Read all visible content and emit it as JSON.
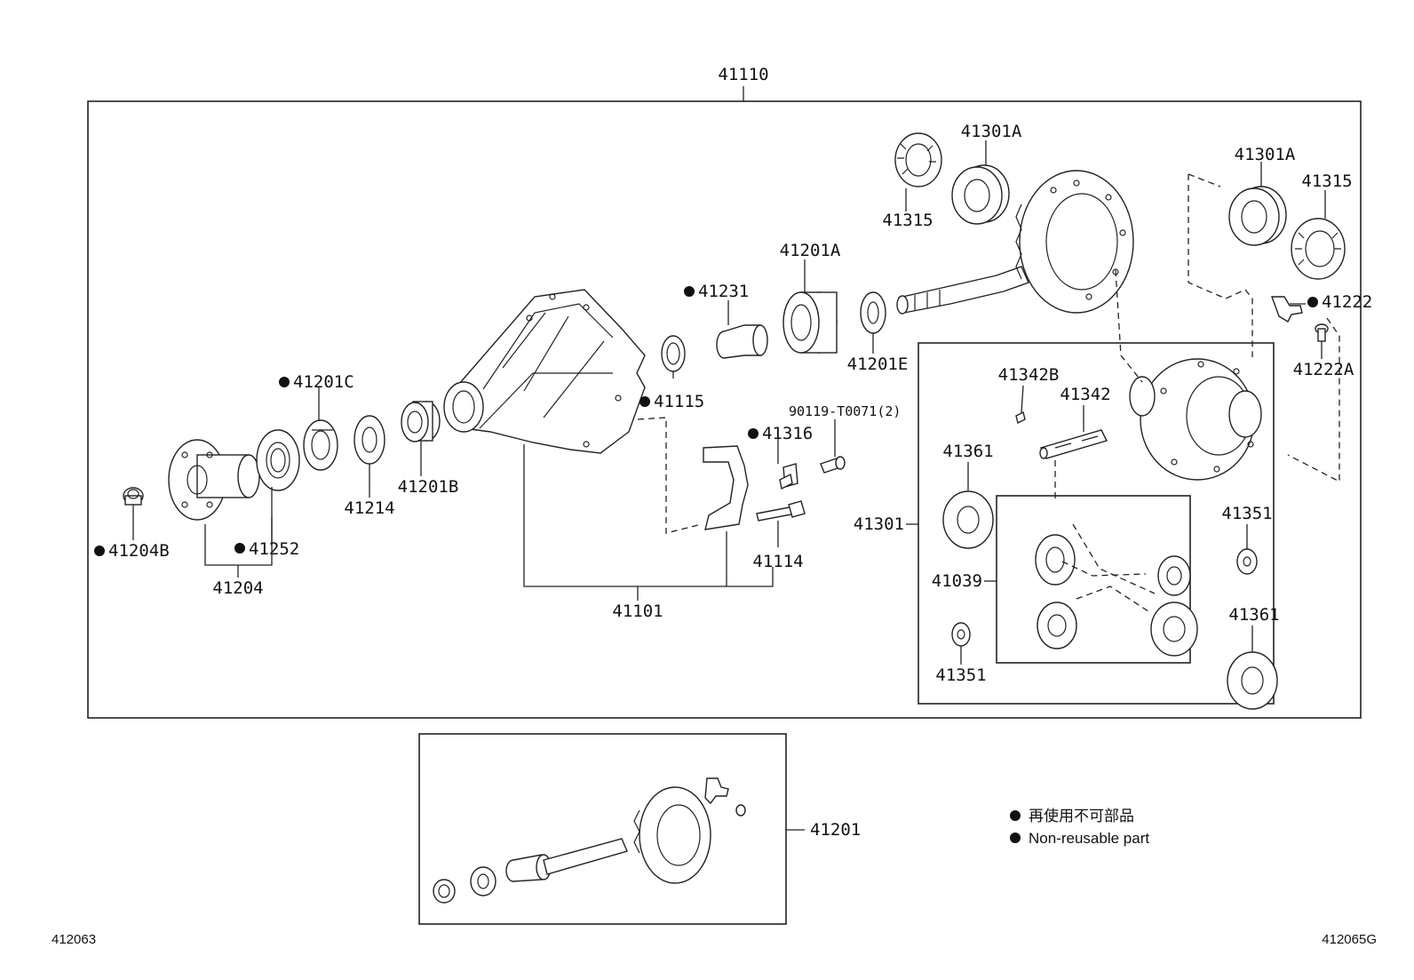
{
  "assembly": {
    "number": "41110"
  },
  "labels": {
    "p41201A": "41201A",
    "p41231": "41231",
    "p41115": "41115",
    "p41201C": "41201C",
    "p41214": "41214",
    "p41201B": "41201B",
    "p41204B": "41204B",
    "p41252": "41252",
    "p41204": "41204",
    "p41101": "41101",
    "p41114": "41114",
    "p41316": "41316",
    "p90119": "90119-T0071(2)",
    "p41201E": "41201E",
    "p41315a": "41315",
    "p41301Aa": "41301A",
    "p41301Ab": "41301A",
    "p41315b": "41315",
    "p41222": "41222",
    "p41222A": "41222A",
    "p41342B": "41342B",
    "p41342": "41342",
    "p41361a": "41361",
    "p41301": "41301",
    "p41039": "41039",
    "p41351a": "41351",
    "p41351b": "41351",
    "p41361b": "41361",
    "p41201": "41201"
  },
  "legend": {
    "line1": "再使用不可部品",
    "line2": "Non-reusable part"
  },
  "footer": {
    "left_code": "412063",
    "right_code": "412065G"
  }
}
